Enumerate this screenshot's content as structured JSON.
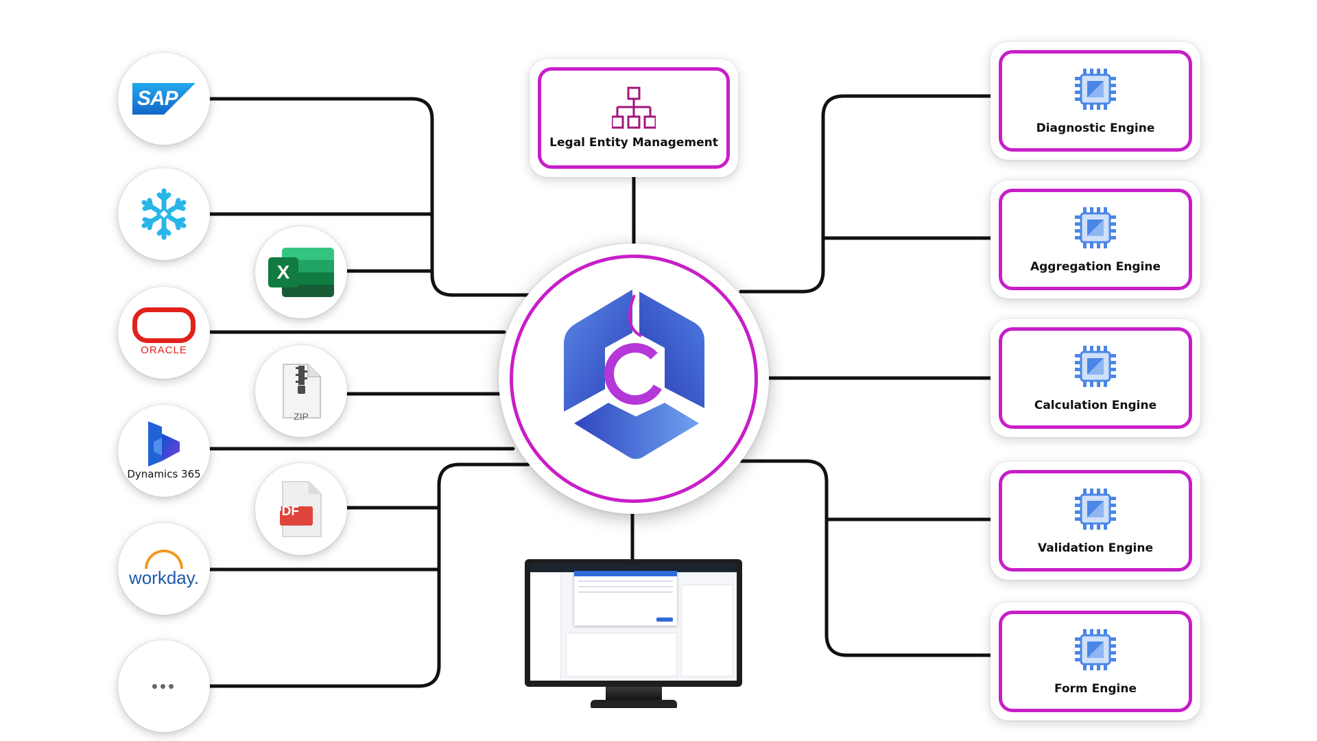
{
  "sources": {
    "sap": {
      "label": "SAP",
      "color": "#1b7cd1"
    },
    "snowflake": {
      "icon": "snowflake-icon",
      "color": "#29b5e8"
    },
    "excel": {
      "icon": "excel-icon",
      "color": "#1d6f42",
      "letter": "X"
    },
    "oracle": {
      "label": "ORACLE",
      "color": "#e0221b"
    },
    "zip": {
      "label": "ZIP"
    },
    "dynamics": {
      "label": "Dynamics 365",
      "color": "#2b5fc8"
    },
    "pdf": {
      "label": "PDF",
      "color": "#e0443c"
    },
    "workday": {
      "label": "workday.",
      "color": "#1f5aa8",
      "accent": "#f19a1a"
    },
    "more": {
      "label": "•••"
    }
  },
  "top_module": {
    "label": "Legal Entity Management",
    "icon": "org-chart-icon"
  },
  "hub": {
    "letter": "C",
    "icon": "compliance-logo-icon"
  },
  "engines": [
    {
      "label": "Diagnostic Engine",
      "icon": "chip-icon"
    },
    {
      "label": "Aggregation Engine",
      "icon": "chip-icon"
    },
    {
      "label": "Calculation Engine",
      "icon": "chip-icon"
    },
    {
      "label": "Validation Engine",
      "icon": "chip-icon"
    },
    {
      "label": "Form Engine",
      "icon": "chip-icon"
    }
  ],
  "colors": {
    "accent": "#c81ec8",
    "line": "#111111",
    "brand_blue": "#3b5bd6",
    "chip_blue": "#4a86e8"
  }
}
